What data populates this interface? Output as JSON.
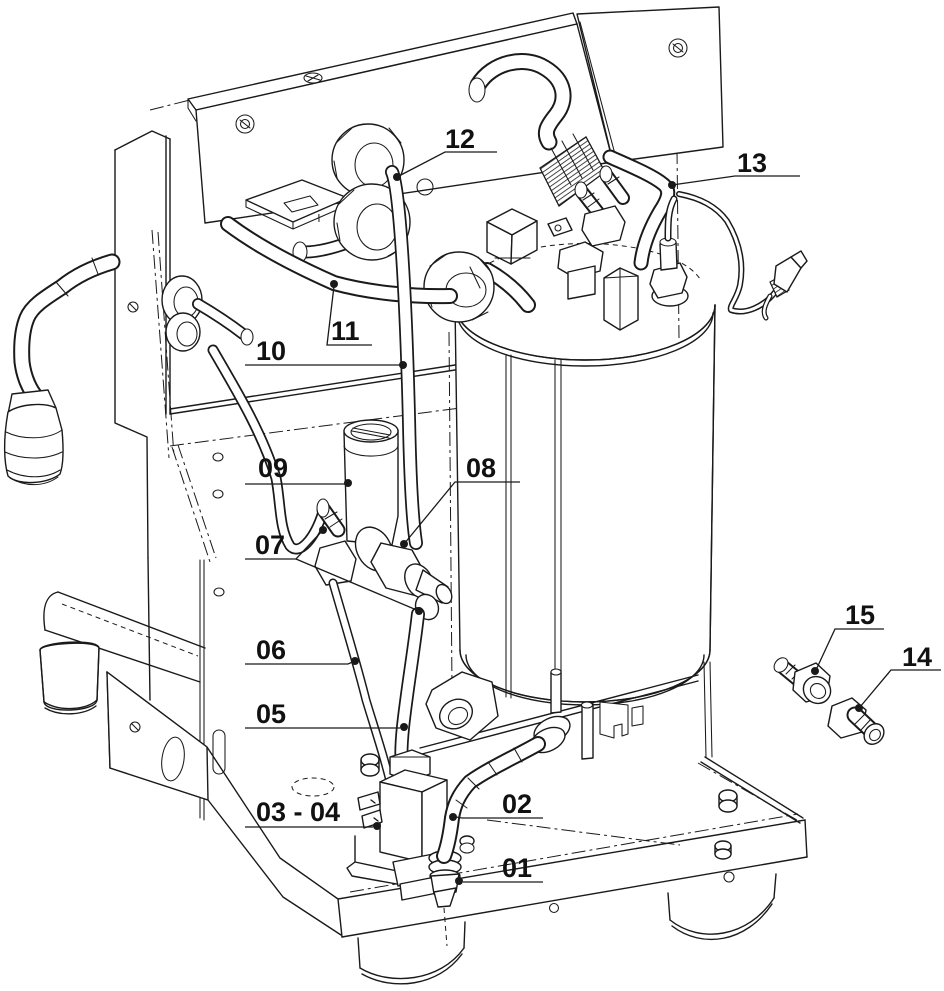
{
  "figure": {
    "kind": "exploded-parts-diagram",
    "subject": "Espresso machine frame with boiler, valves and hydraulic fittings (technical line drawing)",
    "background_color": "#ffffff",
    "line_color": "#1a1a1a",
    "callouts": [
      {
        "id": "callout-01",
        "label": "01",
        "points_to": "push-in elbow fitting under solenoid valve"
      },
      {
        "id": "callout-02",
        "label": "02",
        "points_to": "braided hose from boiler to solenoid valve"
      },
      {
        "id": "callout-03-04",
        "label": "03 - 04",
        "points_to": "solenoid valve body and coil"
      },
      {
        "id": "callout-05",
        "label": "05",
        "points_to": "tube from expansion valve to solenoid valve"
      },
      {
        "id": "callout-06",
        "label": "06",
        "points_to": "thin drain tube to base"
      },
      {
        "id": "callout-07",
        "label": "07",
        "points_to": "two fittings on expansion valve"
      },
      {
        "id": "callout-08",
        "label": "08",
        "points_to": "expansion valve body"
      },
      {
        "id": "callout-09",
        "label": "09",
        "points_to": "valve cylinder with screw top"
      },
      {
        "id": "callout-10",
        "label": "10",
        "points_to": "vertical tube from bulkhead fitting"
      },
      {
        "id": "callout-11",
        "label": "11",
        "points_to": "long curved tube to boiler elbow"
      },
      {
        "id": "callout-12",
        "label": "12",
        "points_to": "bulkhead fitting nut on bracket"
      },
      {
        "id": "callout-13",
        "label": "13",
        "points_to": "bent tube / probe wire at boiler top"
      },
      {
        "id": "callout-14",
        "label": "14",
        "points_to": "loose hose-barb fitting (hex head)"
      },
      {
        "id": "callout-15",
        "label": "15",
        "points_to": "loose hose-barb fitting (collar)"
      }
    ]
  }
}
